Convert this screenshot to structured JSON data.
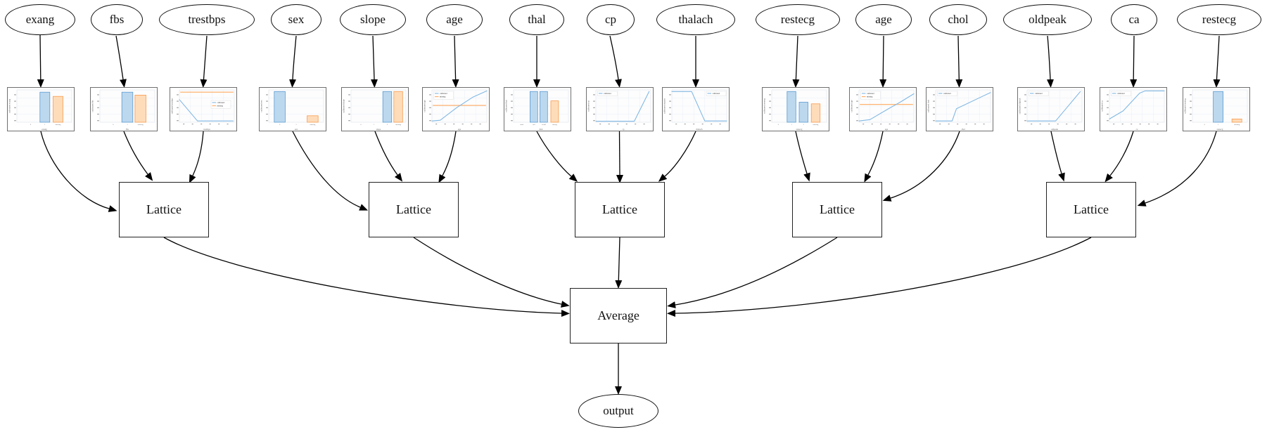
{
  "lattice_label": "Lattice",
  "combiner_label": "Average",
  "output_label": "output",
  "legend_labels": [
    "calibrated",
    "missing"
  ],
  "colors": {
    "blue_line": "#82b8e3",
    "orange_line": "#ffa95f",
    "blue_fill": "#bcd8ee",
    "blue_edge": "#5b9bd0",
    "orange_fill": "#fedcb9",
    "orange_edge": "#f89b4e",
    "node_stroke": "#111111",
    "edge_color": "#000000"
  },
  "features": [
    {
      "label": "exang",
      "ylabel": "calibrated exang",
      "xlabel": "exang",
      "chart": {
        "type": "bar",
        "bars": [
          {
            "x": 0.42,
            "w": 0.18,
            "h": 0.93,
            "c": "blue"
          },
          {
            "x": 0.66,
            "w": 0.18,
            "h": 0.8,
            "c": "orange"
          }
        ],
        "xticks": [
          {
            "t": "0",
            "p": 0.25
          },
          {
            "t": "1",
            "p": 0.51
          },
          {
            "t": "missing",
            "p": 0.75
          }
        ]
      }
    },
    {
      "label": "fbs",
      "ylabel": "calibrated fbs",
      "xlabel": "fbs",
      "chart": {
        "type": "bar",
        "bars": [
          {
            "x": 0.4,
            "w": 0.2,
            "h": 0.93,
            "c": "blue"
          },
          {
            "x": 0.64,
            "w": 0.2,
            "h": 0.84,
            "c": "orange"
          }
        ],
        "xticks": [
          {
            "t": "0",
            "p": 0.24
          },
          {
            "t": "1",
            "p": 0.5
          },
          {
            "t": "missing",
            "p": 0.74
          }
        ]
      }
    },
    {
      "label": "trestbps",
      "ylabel": "calibrated trestbps",
      "xlabel": "trestbps",
      "chart": {
        "type": "line",
        "lines": [
          {
            "c": "orange",
            "pts": [
              [
                0.02,
                0.93
              ],
              [
                0.98,
                0.93
              ]
            ]
          },
          {
            "c": "blue",
            "pts": [
              [
                0.0,
                0.7
              ],
              [
                0.33,
                0.04
              ],
              [
                0.98,
                0.04
              ]
            ]
          }
        ],
        "legend": {
          "pos": "mr",
          "entries": [
            "calibrated",
            "missing"
          ]
        }
      }
    },
    {
      "label": "sex",
      "ylabel": "calibrated sex",
      "xlabel": "sex",
      "chart": {
        "type": "bar",
        "bars": [
          {
            "x": 0.1,
            "w": 0.2,
            "h": 0.95,
            "c": "blue"
          },
          {
            "x": 0.7,
            "w": 0.2,
            "h": 0.2,
            "c": "orange"
          }
        ],
        "xticks": [
          {
            "t": "0",
            "p": 0.2
          },
          {
            "t": "1",
            "p": 0.5
          },
          {
            "t": "missing",
            "p": 0.8
          }
        ]
      }
    },
    {
      "label": "slope",
      "ylabel": "calibrated slope",
      "xlabel": "slope",
      "chart": {
        "type": "bar",
        "bars": [
          {
            "x": 0.58,
            "w": 0.16,
            "h": 0.95,
            "c": "blue"
          },
          {
            "x": 0.78,
            "w": 0.16,
            "h": 0.95,
            "c": "orange"
          }
        ],
        "xticks": [
          {
            "t": "0",
            "p": 0.18
          },
          {
            "t": "1",
            "p": 0.42
          },
          {
            "t": "2",
            "p": 0.66
          },
          {
            "t": "missing",
            "p": 0.86
          }
        ]
      }
    },
    {
      "label": "age",
      "ylabel": "calibrated age",
      "xlabel": "age",
      "chart": {
        "type": "line",
        "lines": [
          {
            "c": "orange",
            "pts": [
              [
                0.02,
                0.52
              ],
              [
                0.98,
                0.52
              ]
            ]
          },
          {
            "c": "blue",
            "pts": [
              [
                0.0,
                0.04
              ],
              [
                0.15,
                0.06
              ],
              [
                0.45,
                0.45
              ],
              [
                0.75,
                0.78
              ],
              [
                1.0,
                0.97
              ]
            ]
          }
        ],
        "legend": {
          "pos": "tl",
          "entries": [
            "calibrated",
            "missing"
          ]
        }
      }
    },
    {
      "label": "thal",
      "ylabel": "calibrated thal",
      "xlabel": "thal",
      "chart": {
        "type": "bar",
        "bars": [
          {
            "x": 0.3,
            "w": 0.14,
            "h": 0.95,
            "c": "blue"
          },
          {
            "x": 0.48,
            "w": 0.14,
            "h": 0.95,
            "c": "blue"
          },
          {
            "x": 0.68,
            "w": 0.14,
            "h": 0.66,
            "c": "orange"
          }
        ],
        "xticks": [
          {
            "t": "nrml",
            "p": 0.15
          },
          {
            "t": "fxd",
            "p": 0.37
          },
          {
            "t": "rvrsbl",
            "p": 0.55
          },
          {
            "t": "mssng",
            "p": 0.75
          }
        ]
      }
    },
    {
      "label": "cp",
      "ylabel": "calibrated cp",
      "xlabel": "cp",
      "chart": {
        "type": "line",
        "lines": [
          {
            "c": "blue",
            "pts": [
              [
                0.0,
                0.03
              ],
              [
                0.7,
                0.03
              ],
              [
                0.97,
                0.95
              ]
            ]
          }
        ],
        "legend": {
          "pos": "tl",
          "entries": [
            "calibrated"
          ]
        }
      }
    },
    {
      "label": "thalach",
      "ylabel": "calibrated thalach",
      "xlabel": "thalach",
      "chart": {
        "type": "line",
        "lines": [
          {
            "c": "blue",
            "pts": [
              [
                0.0,
                0.95
              ],
              [
                0.36,
                0.95
              ],
              [
                0.6,
                0.04
              ],
              [
                1.0,
                0.04
              ]
            ]
          }
        ],
        "legend": {
          "pos": "tr",
          "entries": [
            "calibrated"
          ]
        }
      }
    },
    {
      "label": "restecg",
      "ylabel": "calibrated restecg",
      "xlabel": "restecg",
      "chart": {
        "type": "bar",
        "bars": [
          {
            "x": 0.28,
            "w": 0.16,
            "h": 0.95,
            "c": "blue"
          },
          {
            "x": 0.5,
            "w": 0.16,
            "h": 0.62,
            "c": "blue"
          },
          {
            "x": 0.72,
            "w": 0.16,
            "h": 0.57,
            "c": "orange"
          }
        ],
        "xticks": [
          {
            "t": "0",
            "p": 0.12
          },
          {
            "t": "1",
            "p": 0.36
          },
          {
            "t": "2",
            "p": 0.58
          },
          {
            "t": "missing",
            "p": 0.8
          }
        ]
      }
    },
    {
      "label": "age",
      "ylabel": "calibrated age",
      "xlabel": "age",
      "chart": {
        "type": "line",
        "lines": [
          {
            "c": "orange",
            "pts": [
              [
                0.02,
                0.55
              ],
              [
                0.98,
                0.55
              ]
            ]
          },
          {
            "c": "blue",
            "pts": [
              [
                0.0,
                0.04
              ],
              [
                0.2,
                0.08
              ],
              [
                0.5,
                0.38
              ],
              [
                0.75,
                0.62
              ],
              [
                1.0,
                0.88
              ]
            ]
          }
        ],
        "legend": {
          "pos": "tl",
          "entries": [
            "calibrated",
            "missing"
          ]
        }
      }
    },
    {
      "label": "chol",
      "ylabel": "calibrated chol",
      "xlabel": "chol",
      "chart": {
        "type": "line",
        "lines": [
          {
            "c": "blue",
            "pts": [
              [
                0.0,
                0.04
              ],
              [
                0.3,
                0.04
              ],
              [
                0.38,
                0.42
              ],
              [
                1.0,
                0.92
              ]
            ]
          }
        ],
        "legend": {
          "pos": "tl",
          "entries": [
            "calibrated"
          ]
        }
      }
    },
    {
      "label": "oldpeak",
      "ylabel": "calibrated oldpeak",
      "xlabel": "oldpeak",
      "chart": {
        "type": "line",
        "lines": [
          {
            "c": "blue",
            "pts": [
              [
                0.0,
                0.04
              ],
              [
                0.52,
                0.04
              ],
              [
                0.97,
                0.95
              ]
            ]
          }
        ],
        "legend": {
          "pos": "tl",
          "entries": [
            "calibrated"
          ]
        }
      }
    },
    {
      "label": "ca",
      "ylabel": "calibrated ca",
      "xlabel": "ca",
      "chart": {
        "type": "line",
        "lines": [
          {
            "c": "blue",
            "pts": [
              [
                0.0,
                0.1
              ],
              [
                0.25,
                0.35
              ],
              [
                0.55,
                0.9
              ],
              [
                0.65,
                0.97
              ],
              [
                1.0,
                0.97
              ]
            ]
          }
        ],
        "legend": {
          "pos": "tl",
          "entries": [
            "calibrated"
          ]
        }
      }
    },
    {
      "label": "restecg",
      "ylabel": "calibrated restecg",
      "xlabel": "restecg",
      "chart": {
        "type": "bar",
        "bars": [
          {
            "x": 0.38,
            "w": 0.18,
            "h": 0.95,
            "c": "blue"
          },
          {
            "x": 0.72,
            "w": 0.18,
            "h": 0.1,
            "c": "orange"
          }
        ],
        "xticks": [
          {
            "t": "0",
            "p": 0.22
          },
          {
            "t": "1",
            "p": 0.47
          },
          {
            "t": "missing",
            "p": 0.81
          }
        ]
      }
    }
  ]
}
